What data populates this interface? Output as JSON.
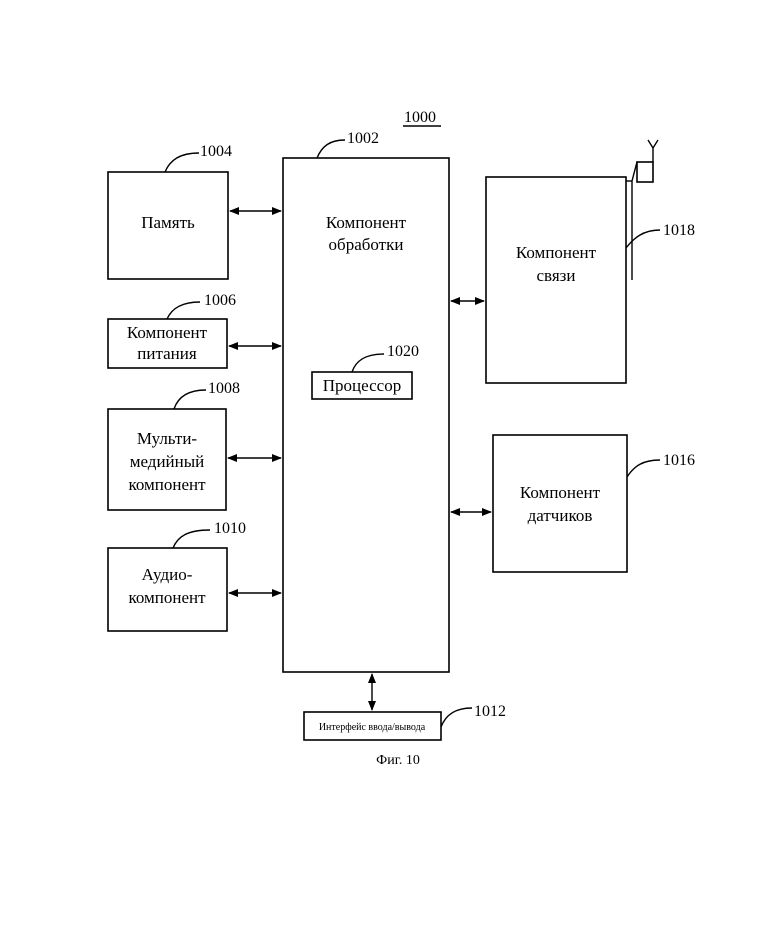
{
  "diagram_ref": "1000",
  "figure_caption": "Фиг. 10",
  "processing": {
    "ref": "1002",
    "line1": "Компонент",
    "line2": "обработки"
  },
  "processor": {
    "ref": "1020",
    "label": "Процессор"
  },
  "memory": {
    "ref": "1004",
    "label": "Память"
  },
  "power": {
    "ref": "1006",
    "line1": "Компонент",
    "line2": "питания"
  },
  "multimedia": {
    "ref": "1008",
    "line1": "Мульти-",
    "line2": "медийный",
    "line3": "компонент"
  },
  "audio": {
    "ref": "1010",
    "line1": "Аудио-",
    "line2": "компонент"
  },
  "io": {
    "ref": "1012",
    "label": "Интерфейс ввода/вывода"
  },
  "comm": {
    "ref": "1018",
    "line1": "Компонент",
    "line2": "связи"
  },
  "sensor": {
    "ref": "1016",
    "line1": "Компонент",
    "line2": "датчиков"
  }
}
